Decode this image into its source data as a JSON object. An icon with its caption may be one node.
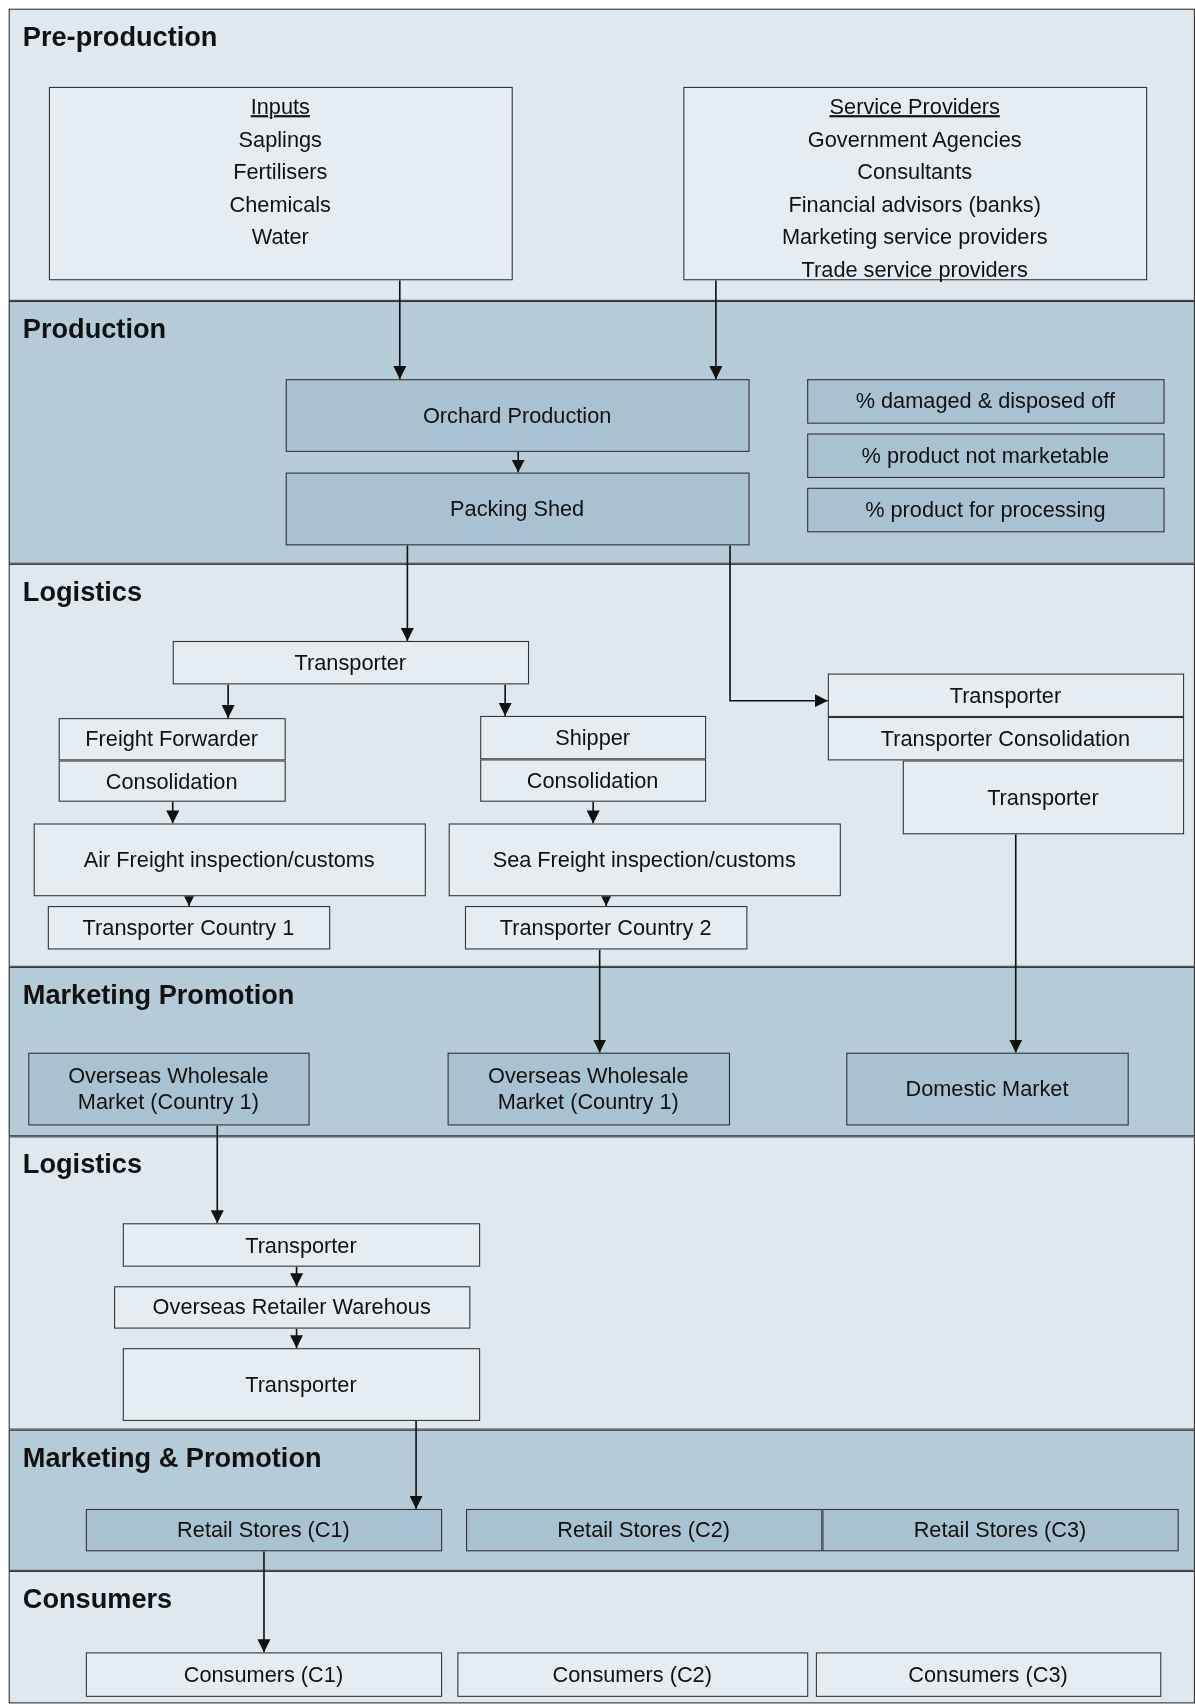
{
  "diagram": {
    "nodes": [
      {
        "text": [
          "Pre-production"
        ]
      },
      {
        "text": [
          "Inputs",
          "Saplings",
          "Fertilisers",
          "Chemicals",
          "Water"
        ],
        "in": 0
      },
      {
        "text": [
          "Service Providers",
          "Government Agencies",
          "Consultants",
          "Financial advisors (banks)",
          "Marketing service providers",
          "Trade service providers"
        ],
        "in": 0
      },
      {
        "text": [
          "Production"
        ]
      },
      {
        "text": [
          "Orchard Production"
        ],
        "in": 3
      },
      {
        "text": [
          "Packing Shed"
        ],
        "in": 3
      },
      {
        "text": [
          "% damaged & disposed off"
        ],
        "in": 3
      },
      {
        "text": [
          "% product not marketable"
        ],
        "in": 3
      },
      {
        "text": [
          "% product for processing"
        ],
        "in": 3
      },
      {
        "text": [
          "Logistics"
        ]
      },
      {
        "text": [
          "Transporter"
        ],
        "in": 9
      },
      {
        "text": [
          "Freight Forwarder"
        ],
        "in": 9
      },
      {
        "text": [
          "Consolidation"
        ],
        "in": 9
      },
      {
        "text": [
          "Shipper"
        ],
        "in": 9
      },
      {
        "text": [
          "Consolidation"
        ],
        "in": 9
      },
      {
        "text": [
          "Transporter"
        ],
        "in": 9
      },
      {
        "text": [
          "Transporter Consolidation"
        ],
        "in": 9
      },
      {
        "text": [
          "Transporter"
        ],
        "in": 9
      },
      {
        "text": [
          "Air Freight inspection/customs"
        ],
        "in": 9
      },
      {
        "text": [
          "Transporter Country 1"
        ],
        "in": 9
      },
      {
        "text": [
          "Sea Freight inspection/customs"
        ],
        "in": 9
      },
      {
        "text": [
          "Transporter Country 2"
        ],
        "in": 9
      },
      {
        "text": [
          "Marketing Promotion"
        ]
      },
      {
        "text": [
          "Overseas Wholesale Market (Country 1)"
        ],
        "in": 22
      },
      {
        "text": [
          "Overseas Wholesale Market (Country 1)"
        ],
        "in": 22
      },
      {
        "text": [
          "Domestic Market"
        ],
        "in": 22
      },
      {
        "text": [
          "Logistics"
        ]
      },
      {
        "text": [
          "Transporter"
        ],
        "in": 26
      },
      {
        "text": [
          "Overseas Retailer Warehous"
        ],
        "in": 26
      },
      {
        "text": [
          "Transporter"
        ],
        "in": 26
      },
      {
        "text": [
          "Marketing & Promotion"
        ]
      },
      {
        "text": [
          "Retail Stores (C1)"
        ],
        "in": 30
      },
      {
        "text": [
          "Retail Stores (C2)"
        ],
        "in": 30
      },
      {
        "text": [
          "Retail Stores (C3)"
        ],
        "in": 30
      },
      {
        "text": [
          "Consumers"
        ]
      },
      {
        "text": [
          "Consumers (C1)"
        ],
        "in": 34
      },
      {
        "text": [
          "Consumers (C2)"
        ],
        "in": 34
      },
      {
        "text": [
          "Consumers (C3)"
        ],
        "in": 34
      }
    ],
    "edges": [
      {
        "from": 1,
        "to": 4,
        "arrow": "to"
      },
      {
        "from": 2,
        "to": 4,
        "arrow": "to"
      },
      {
        "from": 4,
        "to": 5,
        "arrow": "to"
      },
      {
        "from": 5,
        "to": 10,
        "arrow": "to"
      },
      {
        "from": 5,
        "to": 15,
        "arrow": "to"
      },
      {
        "from": 10,
        "to": 11,
        "arrow": "to"
      },
      {
        "from": 10,
        "to": 13,
        "arrow": "to"
      },
      {
        "from": 12,
        "to": 18,
        "arrow": "to"
      },
      {
        "from": 14,
        "to": 20,
        "arrow": "to"
      },
      {
        "from": 18,
        "to": 19,
        "arrow": "to"
      },
      {
        "from": 20,
        "to": 21,
        "arrow": "to"
      },
      {
        "from": 21,
        "to": 24,
        "arrow": "to"
      },
      {
        "from": 17,
        "to": 25,
        "arrow": "to"
      },
      {
        "from": 23,
        "to": 27,
        "arrow": "to"
      },
      {
        "from": 27,
        "to": 28,
        "arrow": "to"
      },
      {
        "from": 28,
        "to": 29,
        "arrow": "to"
      },
      {
        "from": 29,
        "to": 31,
        "arrow": "to"
      },
      {
        "from": 31,
        "to": 35,
        "arrow": "to"
      }
    ]
  }
}
